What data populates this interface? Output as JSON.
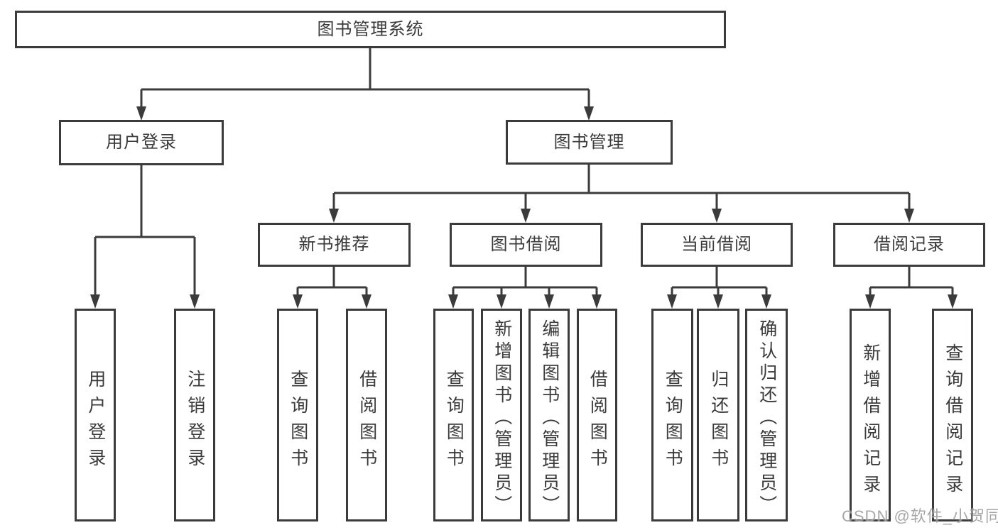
{
  "tree": {
    "root": "图书管理系统",
    "branches": [
      {
        "label": "用户登录",
        "children": [
          "用户登录",
          "注销登录"
        ]
      },
      {
        "label": "图书管理",
        "groups": [
          {
            "label": "新书推荐",
            "children": [
              "查询图书",
              "借阅图书"
            ]
          },
          {
            "label": "图书借阅",
            "children": [
              "查询图书",
              "新增图书（管理员）",
              "编辑图书（管理员）",
              "借阅图书"
            ]
          },
          {
            "label": "当前借阅",
            "children": [
              "查询图书",
              "归还图书",
              "确认归还（管理员）"
            ]
          },
          {
            "label": "借阅记录",
            "children": [
              "新增借阅记录",
              "查询借阅记录"
            ]
          }
        ]
      }
    ]
  },
  "watermark": {
    "text": "CSDN @软件_小贺同学"
  },
  "colors": {
    "line": "#3b3b3b",
    "box_border": "#3b3b3b",
    "text": "#3a3a3a",
    "watermark": "#9c9c9c",
    "background": "#ffffff"
  }
}
